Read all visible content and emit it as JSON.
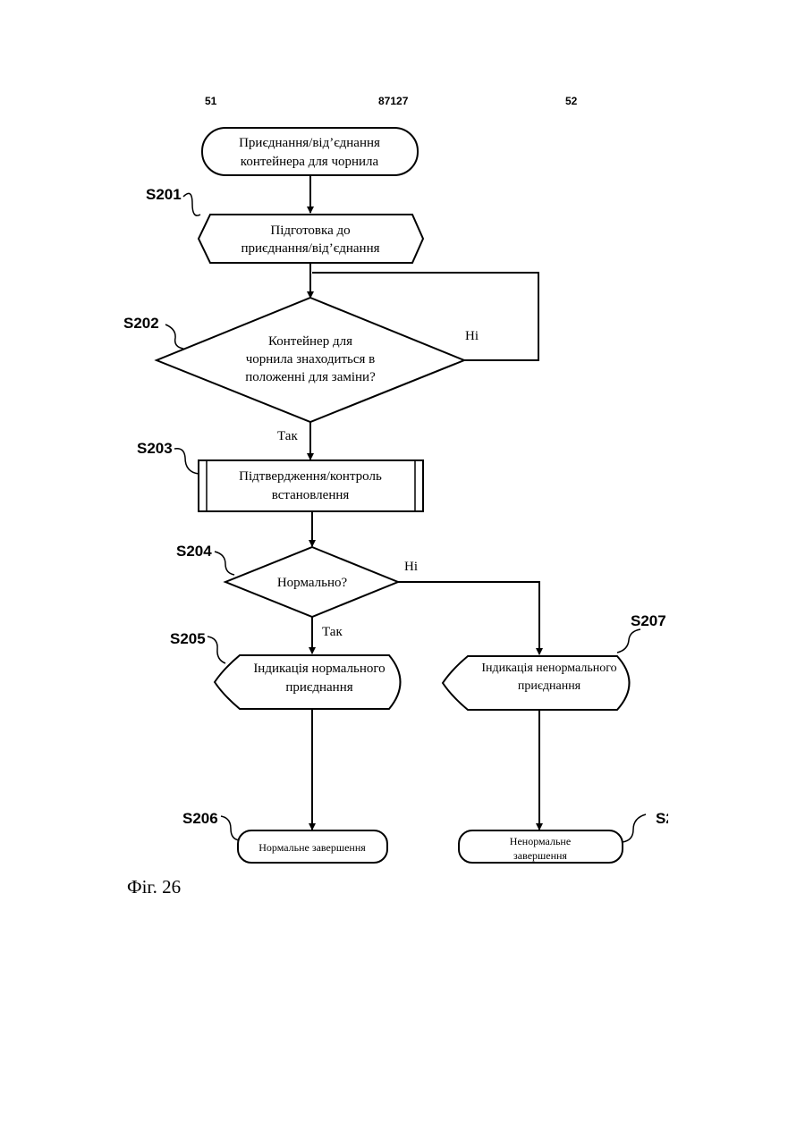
{
  "header": {
    "left_page": "51",
    "doc_number": "87127",
    "right_page": "52"
  },
  "diagram": {
    "start": {
      "line1": "Приєднання/від’єднання",
      "line2": "контейнера для чорнила"
    },
    "s201": {
      "id": "S201",
      "line1": "Підготовка до",
      "line2": "приєднання/від’єднання"
    },
    "s202": {
      "id": "S202",
      "line1": "Контейнер для",
      "line2": "чорнила знаходиться в",
      "line3": "положенні для заміни?",
      "no_label": "Ні",
      "yes_label": "Так"
    },
    "s203": {
      "id": "S203",
      "line1": "Підтвердження/контроль",
      "line2": "встановлення"
    },
    "s204": {
      "id": "S204",
      "text": "Нормально?",
      "no_label": "Ні",
      "yes_label": "Так"
    },
    "s205": {
      "id": "S205",
      "line1": "Індикація нормального",
      "line2": "приєднання"
    },
    "s206": {
      "id": "S206",
      "text": "Нормальне завершення"
    },
    "s207": {
      "id": "S207",
      "line1": "Індикація ненормального",
      "line2": "приєднання"
    },
    "s208": {
      "id": "S2",
      "line1": "Ненормальне",
      "line2": "завершення"
    }
  },
  "caption": "Фіг. 26"
}
